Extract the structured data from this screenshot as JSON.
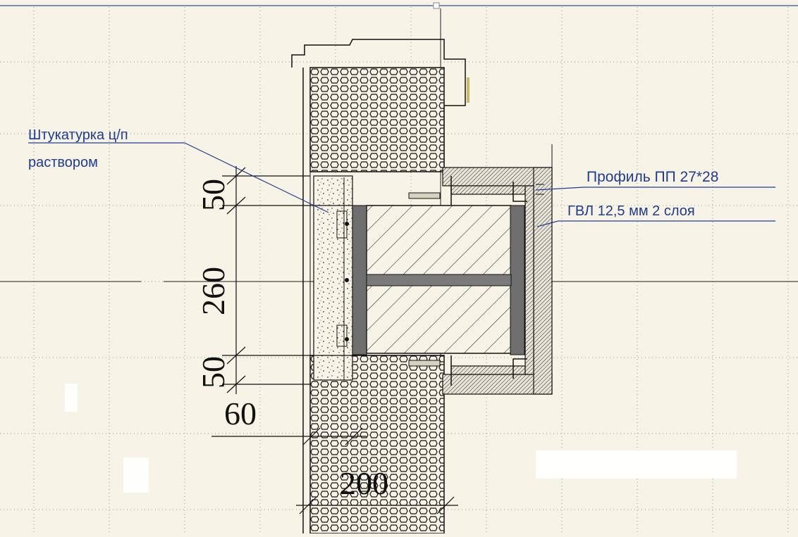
{
  "annotations": {
    "plaster_line1": "Штукатурка ц/п",
    "plaster_line2": "раствором",
    "profile": "Профиль ПП 27*28",
    "gvl": "ГВЛ 12,5 мм 2 слоя"
  },
  "dimensions": {
    "d50_top": "50",
    "d260": "260",
    "d50_bottom": "50",
    "d60": "60",
    "d200": "200"
  },
  "colors": {
    "background": "#f7f3e6",
    "grid": "#9a9a9a",
    "annotation_text": "#1f3c8f",
    "steel": "#6f6f6f",
    "line": "#111111"
  }
}
